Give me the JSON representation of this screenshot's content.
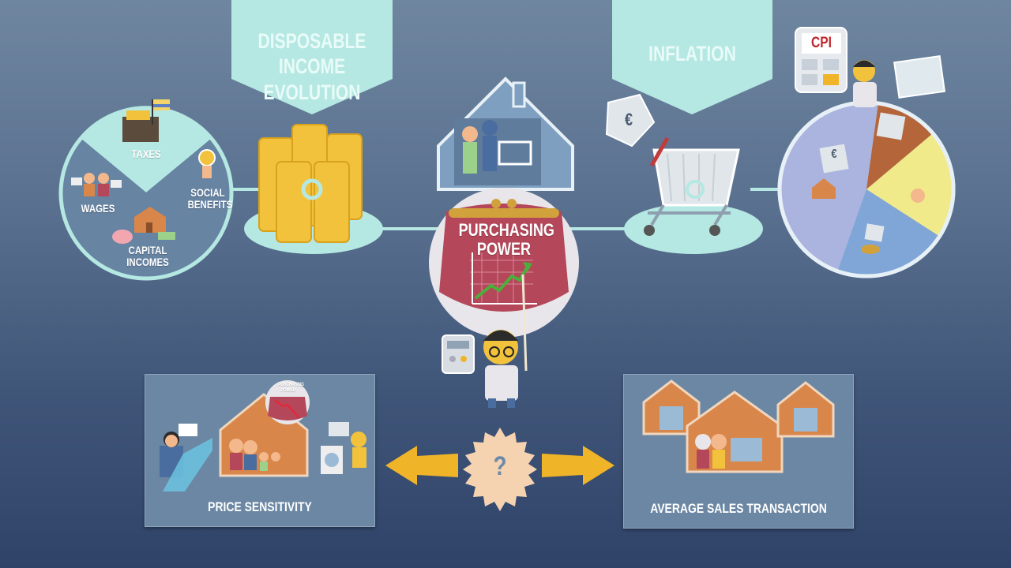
{
  "banners": {
    "disposable_income": "DISPOSABLE INCOME EVOLUTION",
    "inflation": "INFLATION"
  },
  "income_circle": {
    "taxes": "TAXES",
    "wages": "WAGES",
    "social_benefits": "SOCIAL BENEFITS",
    "capital_incomes": "CAPITAL INCOMES"
  },
  "center": {
    "purse_label_line1": "PURCHASING",
    "purse_label_line2": "POWER",
    "question_mark": "?"
  },
  "inflation_side": {
    "cpi_label": "CPI",
    "euro_symbol": "€"
  },
  "panels": {
    "left_label": "PRICE SENSITIVITY",
    "left_mini_purse_label": "PURCHASING POWER",
    "right_label": "AVERAGE SALES TRANSACTION"
  },
  "colors": {
    "teal": "#b5e8e2",
    "purse_red": "#b4475a",
    "coin_gold": "#f2c23d",
    "house_orange": "#d9864a",
    "arrow_gold": "#f0b429",
    "pie_lavender": "#aab4de",
    "pie_brown": "#b5653a",
    "pie_yellow": "#f0ea8a",
    "pie_blue": "#7fa6d6"
  }
}
